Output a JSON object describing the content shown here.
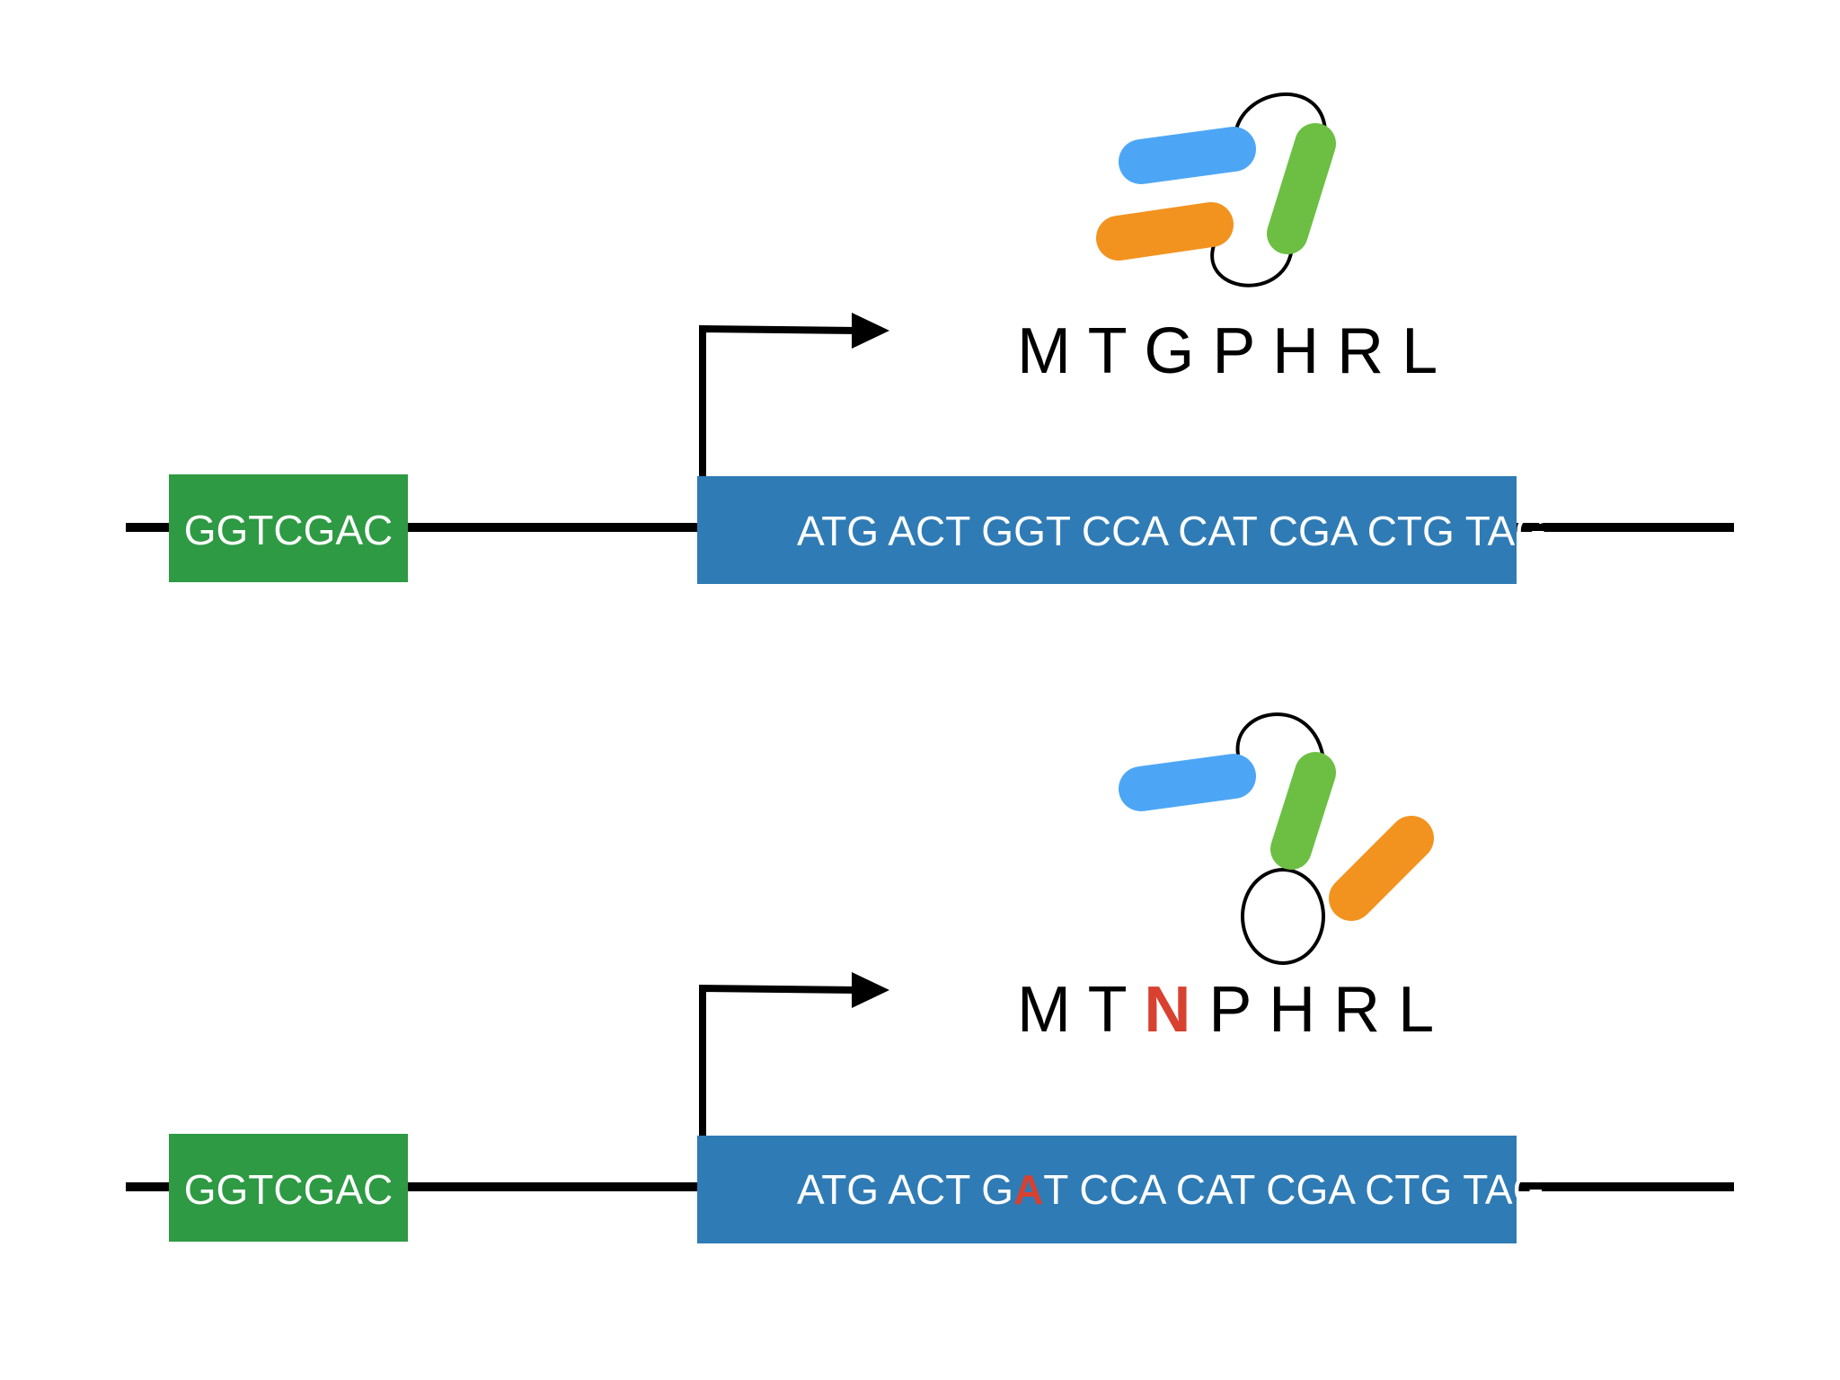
{
  "colors": {
    "background": "#ffffff",
    "dna_line": "#000000",
    "regulatory_box": "#2e9a43",
    "coding_box": "#2f7bb5",
    "box_text": "#ffffff",
    "mutation_highlight": "#d8412f",
    "helix_blue": "#4da6f5",
    "helix_green": "#6cbf43",
    "helix_orange": "#f2931f",
    "loop_stroke": "#000000"
  },
  "icons": {
    "promoter_arrow": "promoter-arrow-icon",
    "protein": "folded-protein-icon"
  },
  "panels": [
    {
      "regulatory_sequence": "GGTCGAC",
      "coding_sequence": {
        "before": "ATG ACT G",
        "mutated_base": "G",
        "after": "T CCA CAT CGA CTG TAG",
        "mutated": false
      },
      "protein_sequence": {
        "before": "M T ",
        "mutated_residue": "G",
        "after": " P H R L",
        "mutated": false
      },
      "protein_fold": "folded"
    },
    {
      "regulatory_sequence": "GGTCGAC",
      "coding_sequence": {
        "before": "ATG ACT G",
        "mutated_base": "A",
        "after": "T CCA CAT CGA CTG TAG",
        "mutated": true
      },
      "protein_sequence": {
        "before": "M T ",
        "mutated_residue": "N",
        "after": " P H R L",
        "mutated": true
      },
      "protein_fold": "misfolded"
    }
  ]
}
